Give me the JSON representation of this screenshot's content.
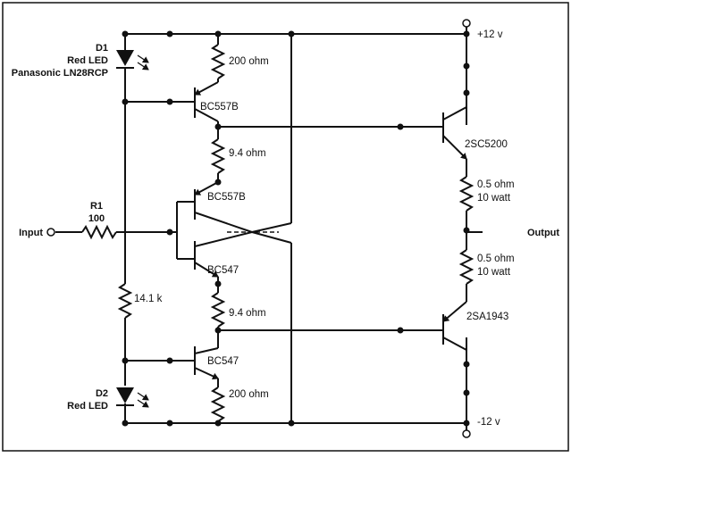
{
  "labels": {
    "d1_name": "D1",
    "d1_type": "Red LED",
    "d1_part": "Panasonic LN28RCP",
    "d2_name": "D2",
    "d2_type": "Red LED",
    "r1_name": "R1",
    "r1_value": "100",
    "input": "Input",
    "output": "Output",
    "supply_pos": "+12 v",
    "supply_neg": "-12 v",
    "r_top": "200 ohm",
    "r_bottom": "200 ohm",
    "r_mid_top": "9.4 ohm",
    "r_mid_bottom": "9.4 ohm",
    "r_bias": "14.1 k",
    "q_top_mirror": "BC557B",
    "q_top_input": "BC557B",
    "q_bottom_input": "BC547",
    "q_bottom_mirror": "BC547",
    "q_out_npn": "2SC5200",
    "q_out_pnp": "2SA1943",
    "re_top_value": "0.5 ohm",
    "re_top_power": "10 watt",
    "re_bottom_value": "0.5 ohm",
    "re_bottom_power": "10 watt"
  }
}
